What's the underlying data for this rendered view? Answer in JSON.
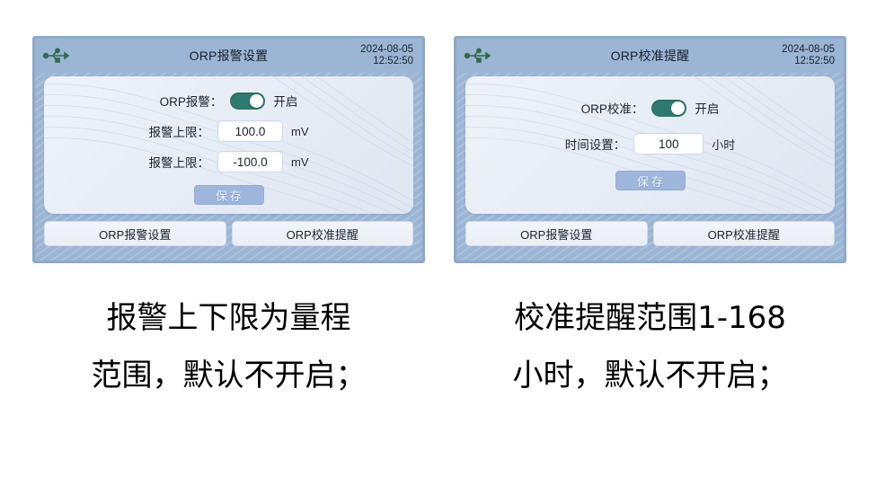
{
  "theme": {
    "header_bg": "#9bb5d4",
    "panel_border": "#8fa8c8",
    "card_bg": "#eef2f8",
    "toggle_on": "#2f7a70",
    "save_button_bg": "#9fb6dc",
    "text_color": "#1c2430"
  },
  "panels": [
    {
      "id": "orp-alarm-settings",
      "header": {
        "icon": "usb-icon",
        "title": "ORP报警设置",
        "date": "2024-08-05",
        "time": "12:52:50"
      },
      "form": {
        "toggle_row": {
          "label": "ORP报警：",
          "toggle_state_label": "开启",
          "toggle_on": true
        },
        "fields": [
          {
            "label": "报警上限：",
            "value": "100.0",
            "unit": "mV"
          },
          {
            "label": "报警上限：",
            "value": "-100.0",
            "unit": "mV"
          }
        ],
        "save_label": "保存"
      },
      "tabs": [
        {
          "label": "ORP报警设置",
          "active": true
        },
        {
          "label": "ORP校准提醒",
          "active": false
        }
      ],
      "caption": [
        "报警上下限为量程",
        "范围，默认不开启；"
      ]
    },
    {
      "id": "orp-calibration-reminder",
      "header": {
        "icon": "usb-icon",
        "title": "ORP校准提醒",
        "date": "2024-08-05",
        "time": "12:52:50"
      },
      "form": {
        "toggle_row": {
          "label": "ORP校准：",
          "toggle_state_label": "开启",
          "toggle_on": true
        },
        "fields": [
          {
            "label": "时间设置：",
            "value": "100",
            "unit": "小时"
          }
        ],
        "save_label": "保存"
      },
      "tabs": [
        {
          "label": "ORP报警设置",
          "active": false
        },
        {
          "label": "ORP校准提醒",
          "active": true
        }
      ],
      "caption": [
        "校准提醒范围1-168",
        "小时，默认不开启；"
      ]
    }
  ]
}
